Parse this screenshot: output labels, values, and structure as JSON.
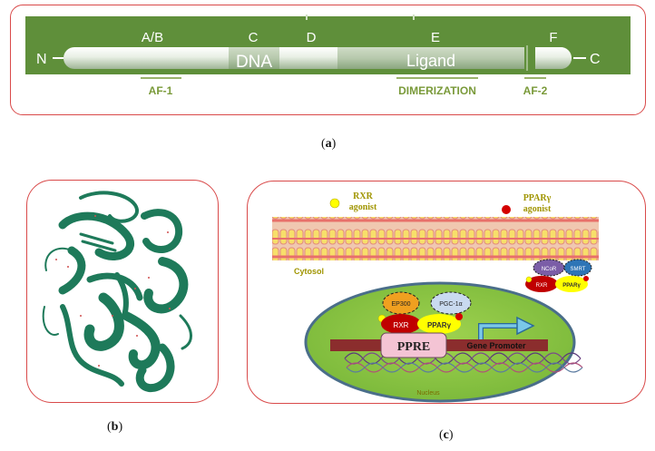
{
  "panel_a": {
    "n_term": "N",
    "c_term": "C",
    "domains": [
      "A/B",
      "C",
      "D",
      "E",
      "F"
    ],
    "dna_label": "DNA",
    "ligand_label": "Ligand",
    "functions": [
      "AF-1",
      "DIMERIZATION",
      "AF-2"
    ],
    "caption_letter": "a"
  },
  "panel_b": {
    "caption_letter": "b"
  },
  "panel_c": {
    "rxr_agonist": [
      "RXR",
      "agonist"
    ],
    "ppar_agonist": [
      "PPARγ",
      "agonist"
    ],
    "cytosol": "Cytosol",
    "ncor": "NCoR",
    "smrt": "SMRT",
    "rxr_small": "RXR",
    "ppar_small": "PPARγ",
    "ep300": "EP300",
    "pgc": "PGC-1α",
    "rxr": "RXR",
    "ppar": "PPARγ",
    "ppre": "PPRE",
    "gene_promoter": "Gene Promoter",
    "nucleus": "Nucleus",
    "caption_letter": "c"
  },
  "colors": {
    "panel_border": "#d94a4a",
    "header_green": "#5f8f3a",
    "label_green": "#7a9a3a",
    "protein_green": "#1e7a5a",
    "membrane_yellow": "#f5d85a",
    "membrane_red": "#e8706a",
    "nucleus_green": "#8cc63f",
    "rxr_red": "#c00000",
    "ppar_yellow": "#ffff00"
  }
}
